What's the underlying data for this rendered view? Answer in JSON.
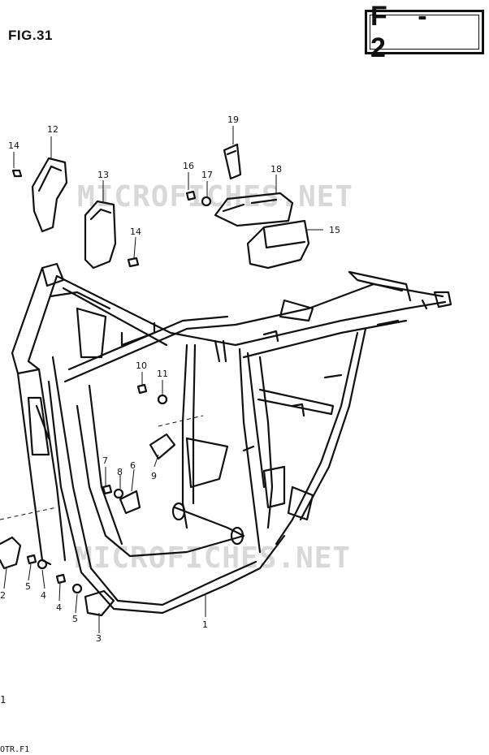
{
  "figure": {
    "label": "FIG.31",
    "section": "F - 2"
  },
  "watermark": {
    "text": "MICROFICHES.NET"
  },
  "parts": [
    {
      "id": "1"
    },
    {
      "id": "2"
    },
    {
      "id": "3"
    },
    {
      "id": "4"
    },
    {
      "id": "4b",
      "text": "4"
    },
    {
      "id": "5"
    },
    {
      "id": "5b",
      "text": "5"
    },
    {
      "id": "6"
    },
    {
      "id": "7"
    },
    {
      "id": "8"
    },
    {
      "id": "9"
    },
    {
      "id": "10"
    },
    {
      "id": "11"
    },
    {
      "id": "12"
    },
    {
      "id": "13"
    },
    {
      "id": "14"
    },
    {
      "id": "14b",
      "text": "14"
    },
    {
      "id": "15"
    },
    {
      "id": "16"
    },
    {
      "id": "17"
    },
    {
      "id": "18"
    },
    {
      "id": "19"
    }
  ],
  "labels": {
    "p1": "1",
    "p2": "2",
    "p3": "3",
    "p4a": "4",
    "p4b": "4",
    "p5a": "5",
    "p5b": "5",
    "p6": "6",
    "p7": "7",
    "p8": "8",
    "p9": "9",
    "p10": "10",
    "p11": "11",
    "p12": "12",
    "p13": "13",
    "p14a": "14",
    "p14b": "14",
    "p15": "15",
    "p16": "16",
    "p17": "17",
    "p18": "18",
    "p19": "19"
  },
  "footer": {
    "left_mark": "1",
    "code": "OTR.F1"
  },
  "colors": {
    "ink": "#111111",
    "watermark": "#d8d8d8",
    "background": "#ffffff"
  }
}
